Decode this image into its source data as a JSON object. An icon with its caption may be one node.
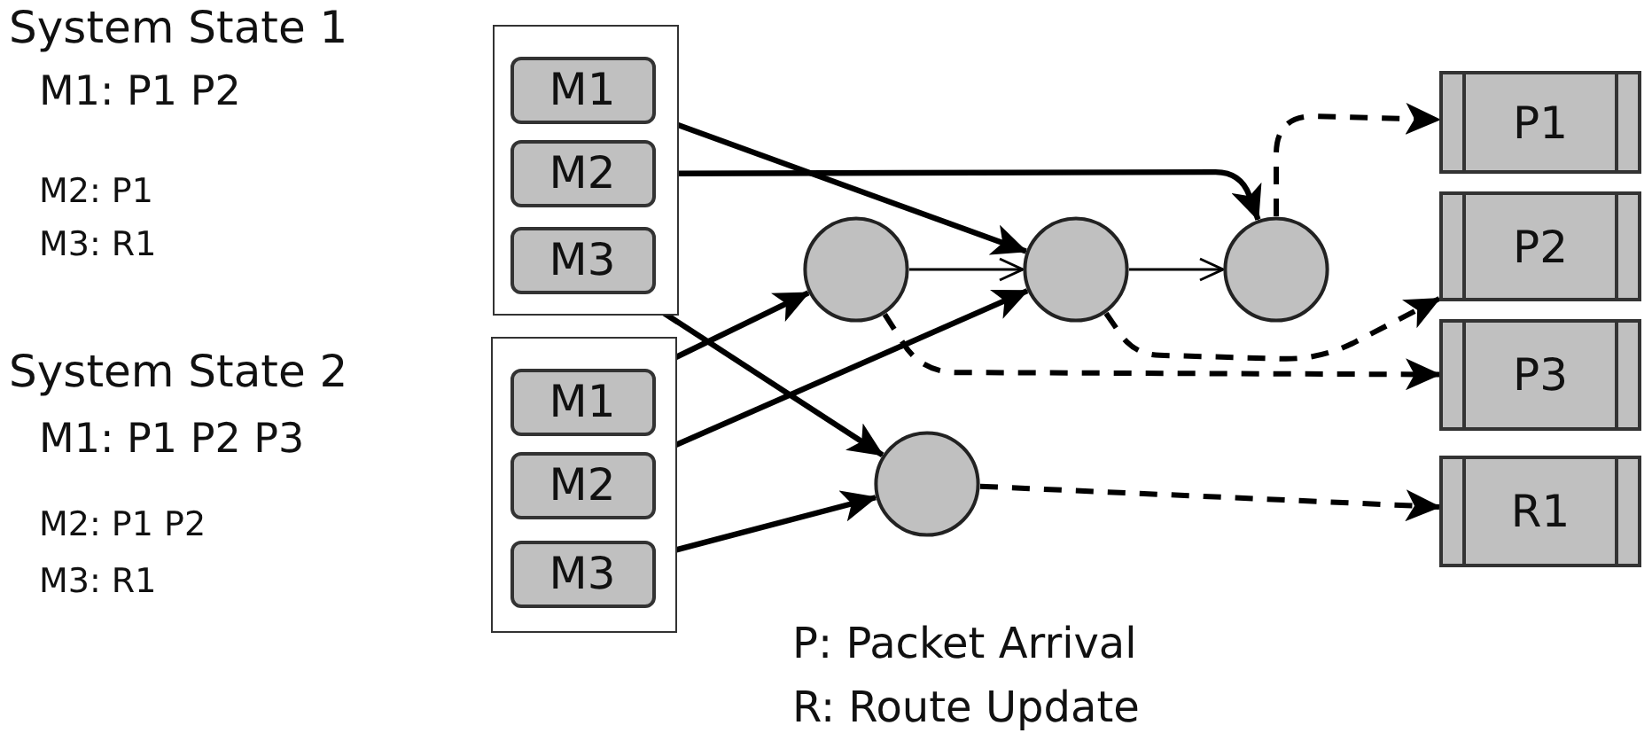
{
  "diagram": {
    "nodes": [
      {
        "text": [],
        "shape": "box",
        "beside": [
          "System State 1",
          "M1: P1 P2",
          "M2: P1",
          "M3: R1"
        ]
      },
      {
        "text": [
          "M1"
        ],
        "in": 0
      },
      {
        "text": [
          "M2"
        ],
        "in": 0
      },
      {
        "text": [
          "M3"
        ],
        "in": 0
      },
      {
        "text": [],
        "shape": "box",
        "beside": [
          "System State 2",
          "M1: P1 P2 P3",
          "M2: P1 P2",
          "M3: R1"
        ]
      },
      {
        "text": [
          "M1"
        ],
        "in": 4
      },
      {
        "text": [
          "M2"
        ],
        "in": 4
      },
      {
        "text": [
          "M3"
        ],
        "in": 4
      },
      {
        "text": [],
        "shape": "circle"
      },
      {
        "text": [],
        "shape": "circle"
      },
      {
        "text": [],
        "shape": "circle"
      },
      {
        "text": [],
        "shape": "circle"
      },
      {
        "text": [
          "P1"
        ]
      },
      {
        "text": [
          "P2"
        ]
      },
      {
        "text": [
          "P3"
        ]
      },
      {
        "text": [
          "R1"
        ]
      }
    ],
    "edges": [
      {
        "from": 1,
        "to": 9,
        "arrow": "to"
      },
      {
        "from": 2,
        "to": 10,
        "arrow": "to"
      },
      {
        "from": 3,
        "to": 11,
        "arrow": "to"
      },
      {
        "from": 5,
        "to": 8,
        "arrow": "to"
      },
      {
        "from": 6,
        "to": 9,
        "arrow": "to"
      },
      {
        "from": 7,
        "to": 11,
        "arrow": "to"
      },
      {
        "from": 8,
        "to": 9,
        "arrow": "to"
      },
      {
        "from": 9,
        "to": 10,
        "arrow": "to"
      },
      {
        "from": 10,
        "to": 12,
        "arrow": "to",
        "style": "dashed"
      },
      {
        "from": 9,
        "to": 13,
        "arrow": "to",
        "style": "dashed"
      },
      {
        "from": 8,
        "to": 14,
        "arrow": "to",
        "style": "dashed"
      },
      {
        "from": 11,
        "to": 15,
        "arrow": "to",
        "style": "dashed"
      }
    ],
    "labels": [
      "P: Packet Arrival",
      "R: Route Update"
    ]
  }
}
